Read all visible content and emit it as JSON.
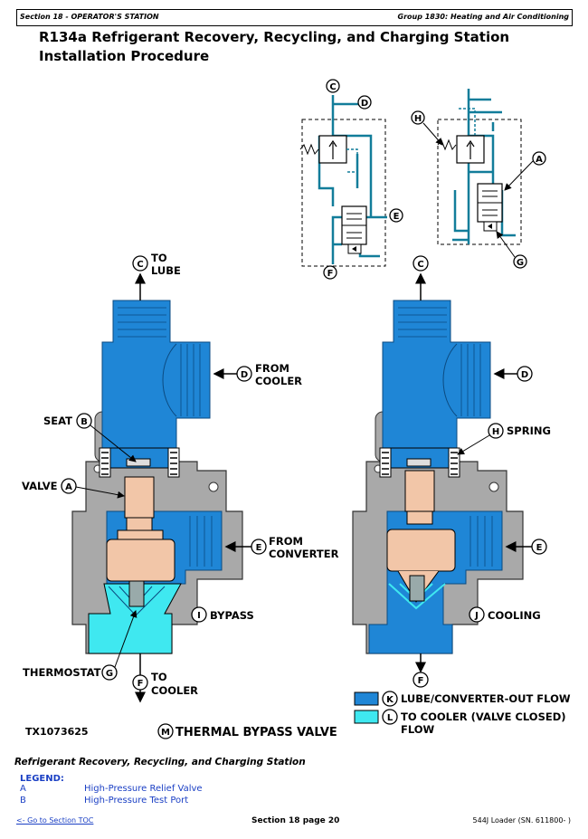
{
  "header": {
    "section": "Section 18 - OPERATOR'S STATION",
    "group": "Group 1830: Heating and Air Conditioning"
  },
  "title_line1": "R134a Refrigerant Recovery, Recycling, and Charging Station",
  "title_line2": "Installation Procedure",
  "diagram": {
    "letters": {
      "a": "A",
      "b": "B",
      "c": "C",
      "d": "D",
      "e": "E",
      "f": "F",
      "g": "G",
      "h": "H",
      "i": "I",
      "j": "J",
      "k": "K",
      "l": "L",
      "m": "M"
    },
    "labels": {
      "to_lube_1": "TO",
      "to_lube_2": "LUBE",
      "from_cooler_1": "FROM",
      "from_cooler_2": "COOLER",
      "seat": "SEAT",
      "valve": "VALVE",
      "from_converter_1": "FROM",
      "from_converter_2": "CONVERTER",
      "bypass": "BYPASS",
      "thermostat": "THERMOSTAT",
      "to_cooler_1": "TO",
      "to_cooler_2": "COOLER",
      "spring": "SPRING",
      "cooling": "COOLING",
      "legend_k": "LUBE/CONVERTER-OUT FLOW",
      "legend_l_1": "TO COOLER (VALVE CLOSED)",
      "legend_l_2": "FLOW",
      "figure_id": "TX1073625",
      "figure_title": "THERMAL BYPASS VALVE"
    },
    "colors": {
      "blue": "#1f86d6",
      "cyan": "#3fe8f0",
      "gray": "#a9a9a9",
      "tan": "#f2c6a8",
      "schematic": "#127d9a"
    }
  },
  "caption": "Refrigerant Recovery, Recycling, and Charging Station",
  "legend": {
    "title": "LEGEND:",
    "items": [
      {
        "key": "A",
        "value": "High-Pressure Relief Valve"
      },
      {
        "key": "B",
        "value": "High-Pressure Test Port"
      }
    ]
  },
  "footer": {
    "toc": "<- Go to Section TOC",
    "page": "Section 18 page 20",
    "model": "544J Loader (SN. 611800- )"
  }
}
